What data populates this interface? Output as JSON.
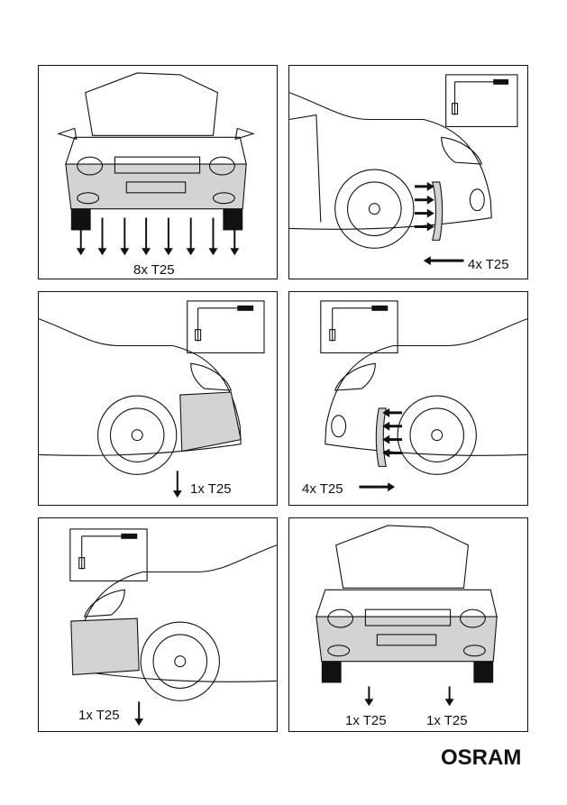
{
  "panels": [
    {
      "caption": "8x T25"
    },
    {
      "caption": "4x T25"
    },
    {
      "caption": "1x T25"
    },
    {
      "caption": "4x T25"
    },
    {
      "caption": "1x T25"
    },
    {
      "caption_left": "1x T25",
      "caption_right": "1x T25"
    }
  ],
  "brand": {
    "logo": "OSRAM"
  },
  "icons": [
    "car-front-illustration",
    "car-side-illustration",
    "screw-arrow-icon",
    "torx-screwdriver-icon"
  ]
}
